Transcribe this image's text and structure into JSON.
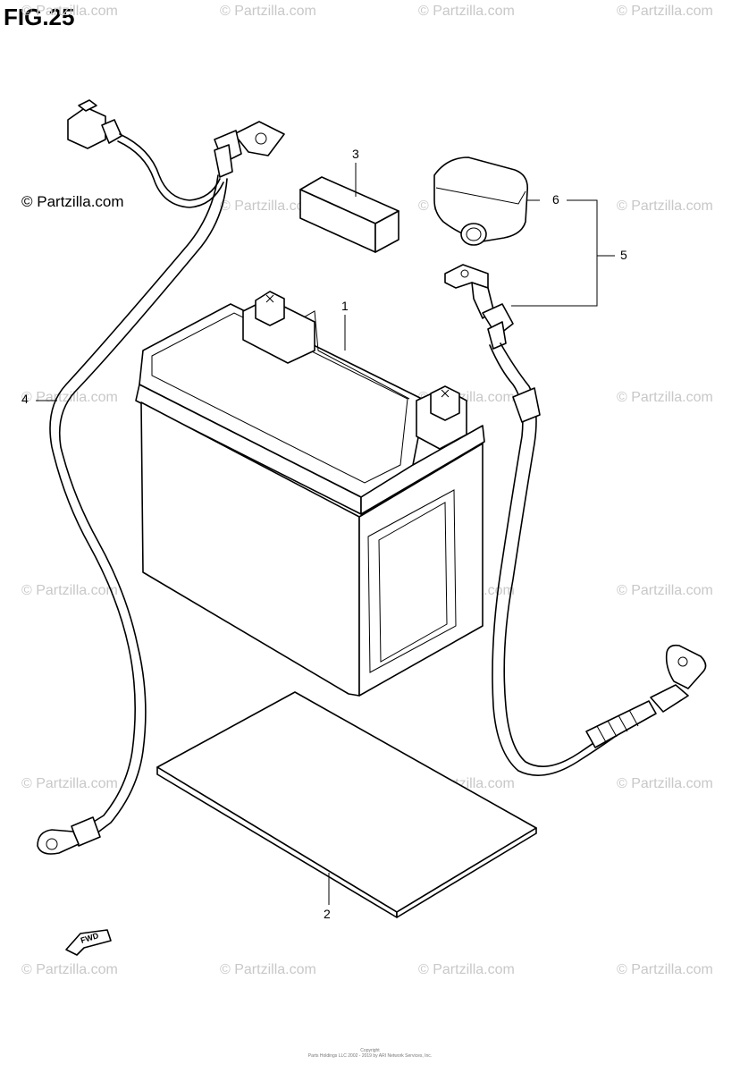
{
  "figure": {
    "title": "FIG.25",
    "brand_mark": "© Partzilla.com",
    "watermark_text": "© Partzilla.com",
    "fwd_label": "FWD",
    "footer_line1": "Copyright",
    "footer_line2": "Parts Holdings LLC 2002 - 2019 by ARI Network Services, Inc."
  },
  "callouts": [
    {
      "id": "1",
      "label": "1",
      "part": "battery"
    },
    {
      "id": "2",
      "label": "2",
      "part": "battery-pad-sheet"
    },
    {
      "id": "3",
      "label": "3",
      "part": "pad-block"
    },
    {
      "id": "4",
      "label": "4",
      "part": "battery-cable-positive"
    },
    {
      "id": "5",
      "label": "5",
      "part": "battery-cable-negative"
    },
    {
      "id": "6",
      "label": "6",
      "part": "terminal-cover"
    }
  ]
}
